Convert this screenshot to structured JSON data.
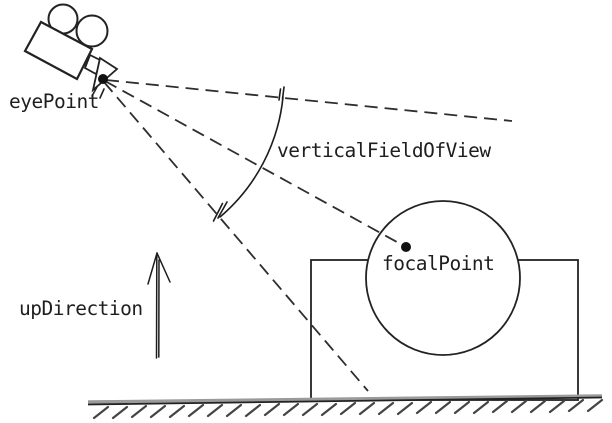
{
  "page": {
    "background_color": "#ffffff",
    "ink_color": "#222222",
    "hatch_color": "#444444"
  },
  "diagram": {
    "type": "camera-view-frustum-sketch",
    "labels": {
      "eye_point": "eyePoint",
      "vertical_field_of_view": "verticalFieldOfView",
      "focal_point": "focalPoint",
      "up_direction": "upDirection"
    },
    "icons": {
      "camera": "movie-camera-icon",
      "up_arrow": "arrow-up-icon"
    }
  }
}
